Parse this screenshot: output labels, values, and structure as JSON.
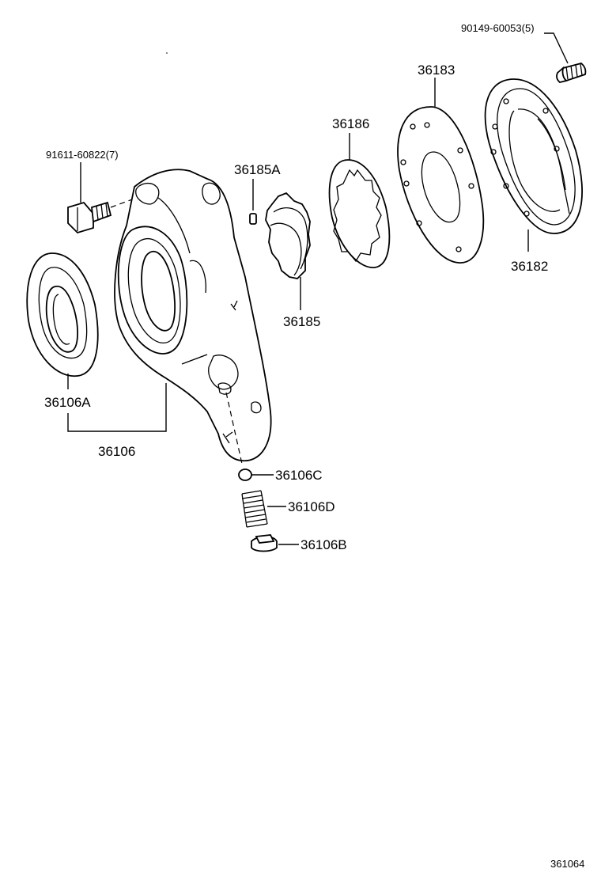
{
  "diagram": {
    "labels": {
      "p90149": "90149-60053(5)",
      "p36183": "36183",
      "p36186": "36186",
      "p91611": "91611-60822(7)",
      "p36185A": "36185A",
      "p36185": "36185",
      "p36182": "36182",
      "p36106A": "36106A",
      "p36106": "36106",
      "p36106C": "36106C",
      "p36106D": "36106D",
      "p36106B": "36106B"
    },
    "figure_number": "361064"
  }
}
